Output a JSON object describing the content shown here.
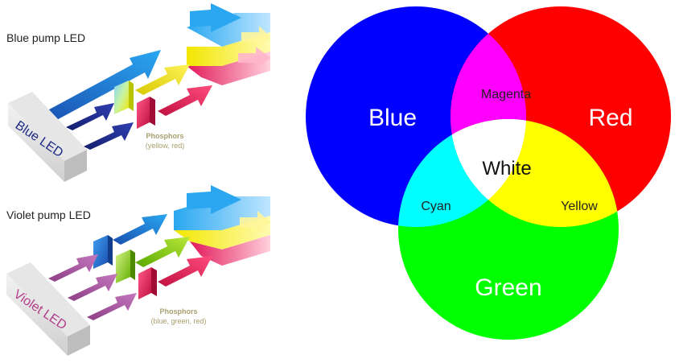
{
  "led_panel": {
    "top": {
      "title": "Blue pump LED",
      "source_label": "Blue LED",
      "phosphor_title": "Phosphors",
      "phosphor_detail": "(yellow, red)"
    },
    "bottom": {
      "title": "Violet pump LED",
      "source_label": "Violet LED",
      "phosphor_title": "Phosphors",
      "phosphor_detail": "(blue, green, red)"
    }
  },
  "venn": {
    "circles": [
      {
        "label": "Blue",
        "color": "#0000ff"
      },
      {
        "label": "Red",
        "color": "#ff0000"
      },
      {
        "label": "Green",
        "color": "#00ff00"
      }
    ],
    "overlaps": {
      "magenta": {
        "label": "Magenta",
        "color": "#ff00ff"
      },
      "yellow": {
        "label": "Yellow",
        "color": "#ffff00"
      },
      "cyan": {
        "label": "Cyan",
        "color": "#00ffff"
      },
      "white": {
        "label": "White",
        "color": "#ffffff"
      }
    }
  },
  "colors": {
    "led_navy": "#1c2a86",
    "blue_arrow": "#1f6fd6",
    "yellow": "#f2e600",
    "magenta": "#e2195a",
    "violet_arrow": "#a9559f",
    "violet_text": "#b23d8a",
    "phosphor_text": "#a8a070"
  }
}
